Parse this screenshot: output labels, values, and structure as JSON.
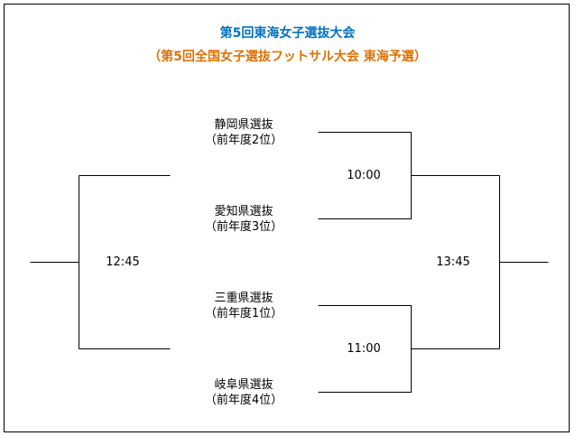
{
  "header": {
    "title": "第5回東海女子選抜大会",
    "subtitle": "（第5回全国女子選抜フットサル大会 東海予選）",
    "title_color": "#0070c0",
    "subtitle_color": "#e07000"
  },
  "teams": [
    {
      "name": "静岡県選抜",
      "rank": "（前年度2位）"
    },
    {
      "name": "愛知県選抜",
      "rank": "（前年度3位）"
    },
    {
      "name": "三重県選抜",
      "rank": "（前年度1位）"
    },
    {
      "name": "岐阜県選抜",
      "rank": "（前年度4位）"
    }
  ],
  "matches": {
    "semi1_time": "10:00",
    "semi2_time": "11:00",
    "third_place_time": "12:45",
    "final_time": "13:45"
  }
}
